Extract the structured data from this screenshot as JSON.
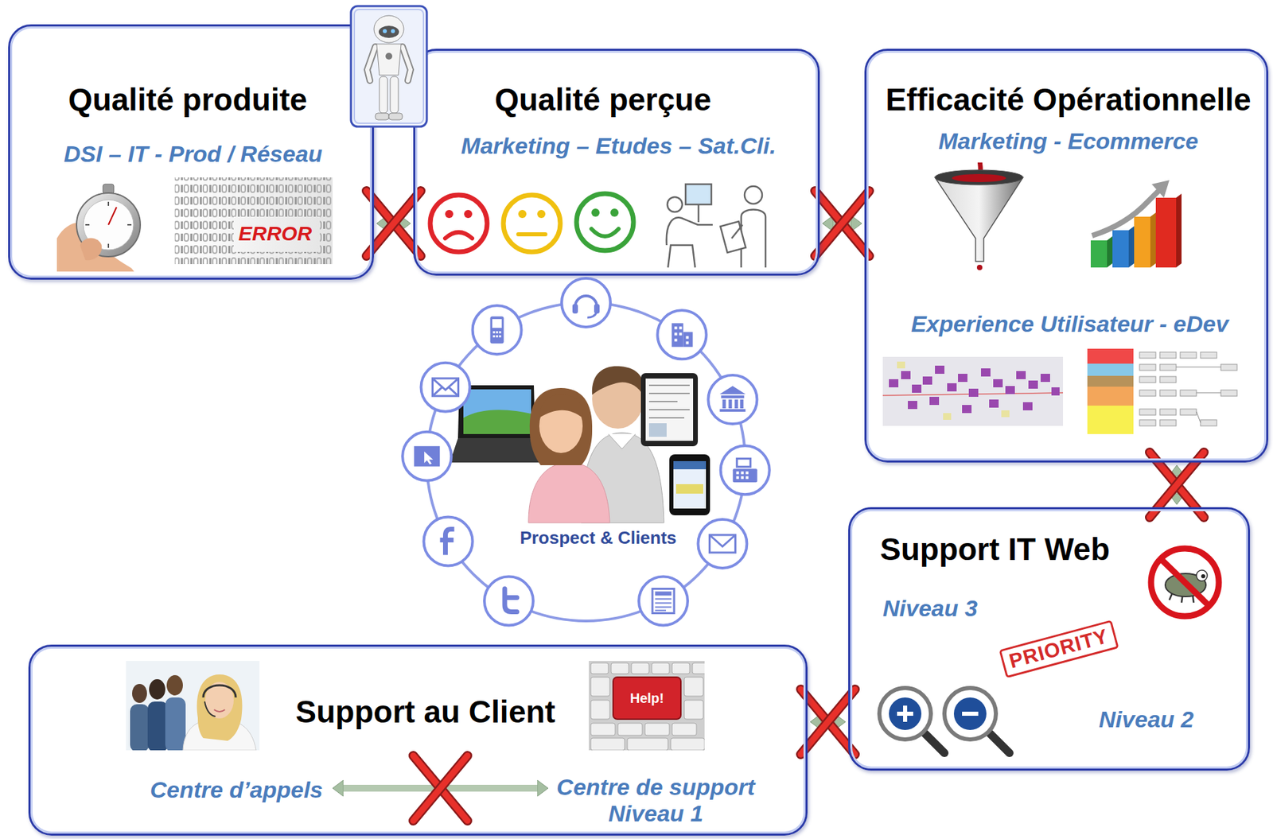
{
  "diagram": {
    "nodes": [
      {
        "text": [
          "Qualité produite",
          "DSI – IT - Prod / Réseau"
        ]
      },
      {
        "text": [
          "Qualité perçue",
          "Marketing – Etudes – Sat.Cli."
        ]
      },
      {
        "text": [
          "Efficacité Opérationnelle",
          "Marketing - Ecommerce",
          "Experience Utilisateur - eDev"
        ]
      },
      {
        "text": [
          "Prospect & Clients"
        ]
      },
      {
        "text": [
          "Support IT Web",
          "Niveau 3",
          "Niveau 2"
        ]
      },
      {
        "text": [
          "Support au Client"
        ]
      },
      {
        "text": [
          "Centre d’appels"
        ],
        "in": 5
      },
      {
        "text": [
          "Centre de support Niveau 1"
        ],
        "in": 5
      }
    ],
    "edges": [
      {
        "from": 0,
        "to": 1,
        "arrow": "both"
      },
      {
        "from": 1,
        "to": 2,
        "arrow": "both"
      },
      {
        "from": 2,
        "to": 4,
        "arrow": "both"
      },
      {
        "from": 4,
        "to": 5,
        "arrow": "both"
      },
      {
        "from": 6,
        "to": 7,
        "arrow": "both"
      }
    ],
    "labels": [
      "ERROR",
      "PRIORITY",
      "Help!"
    ]
  }
}
